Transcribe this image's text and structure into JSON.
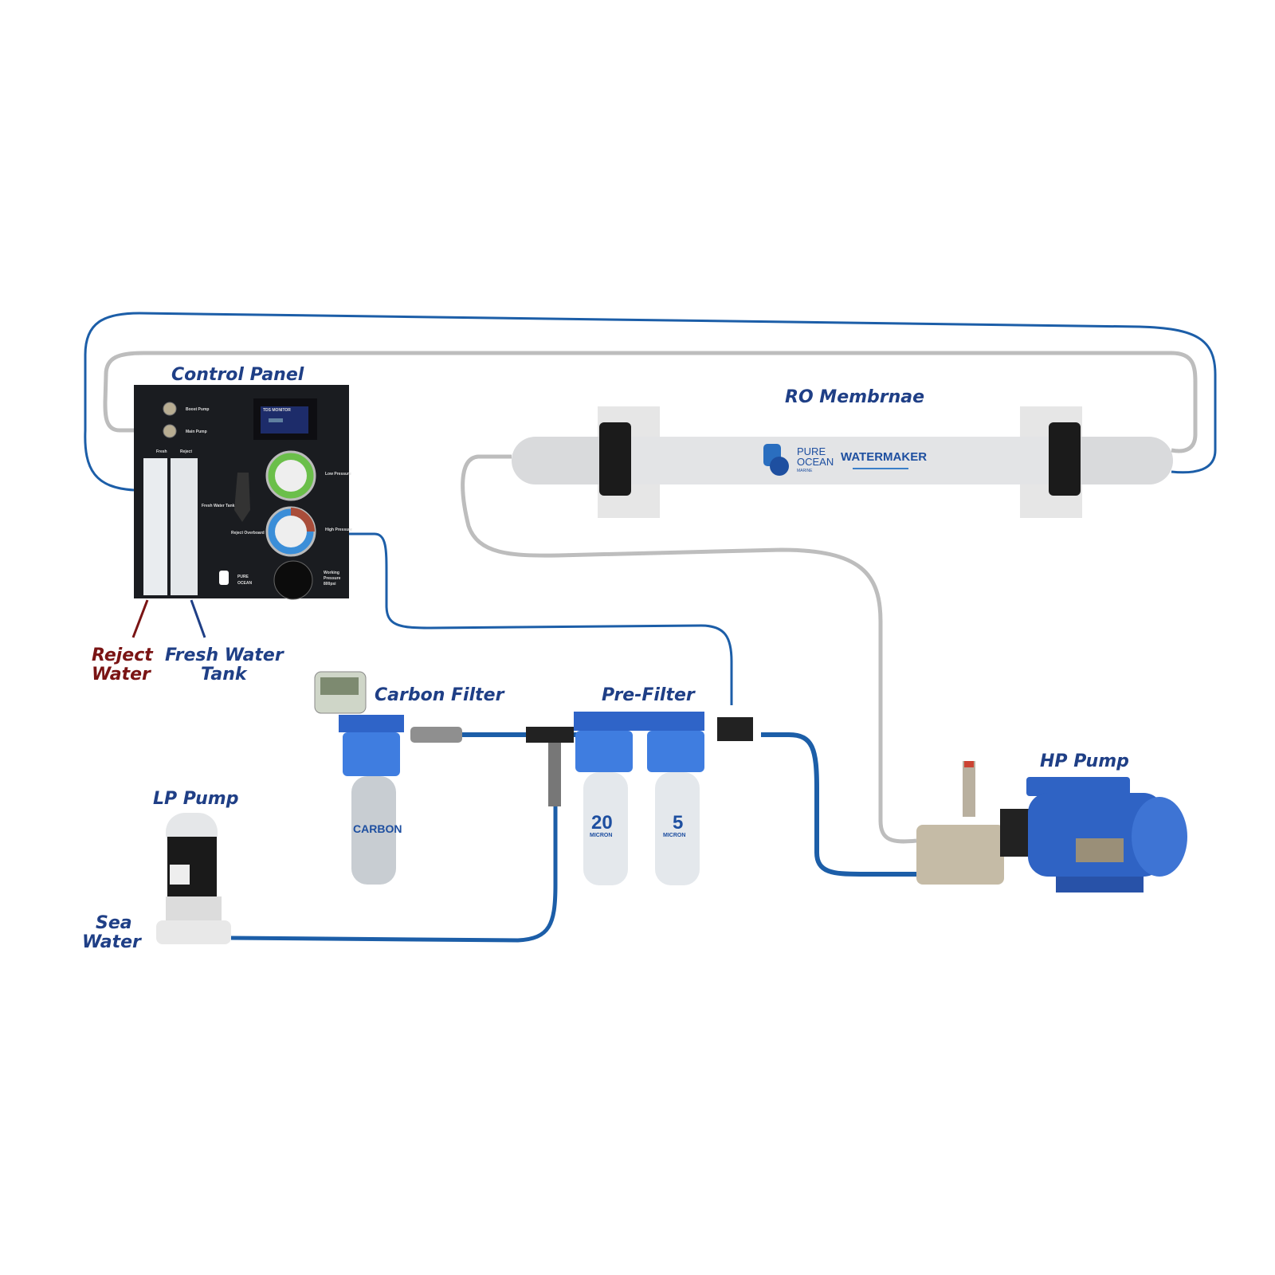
{
  "labels": {
    "control_panel": "Control Panel",
    "ro_membrane": "RO Membrnae",
    "reject_water": [
      "Reject",
      "Water"
    ],
    "fresh_water_tank": [
      "Fresh Water",
      "Tank"
    ],
    "carbon_filter": "Carbon Filter",
    "pre_filter": "Pre-Filter",
    "hp_pump": "HP Pump",
    "lp_pump": "LP Pump",
    "sea_water": [
      "Sea",
      "Water"
    ]
  },
  "panel": {
    "boost_pump": "Boost Pump",
    "main_pump": "Main Pump",
    "fresh": "Fresh",
    "reject": "Reject",
    "tds_monitor": "TDS MONITOR",
    "fresh_water_tank": "Fresh Water Tank",
    "reject_overboard": "Reject Overboard",
    "low_pressure": "Low Pressure",
    "high_pressure": "High Pressure",
    "working_pressure": [
      "Working",
      "Pressure",
      "800psi"
    ]
  },
  "brand": {
    "line1": "PURE",
    "line2": "OCEAN",
    "line3": "MARINE",
    "product": "WATERMAKER"
  },
  "filters": {
    "carbon": "CARBON",
    "f20": "20",
    "f5": "5",
    "micron": "MICRON"
  },
  "colors": {
    "blue_pipe": "#1c5ea8",
    "grey_pipe": "#bdbdbd",
    "label_blue": "#1f3f86",
    "label_red": "#7a1414",
    "pump_blue": "#2f63c4"
  }
}
